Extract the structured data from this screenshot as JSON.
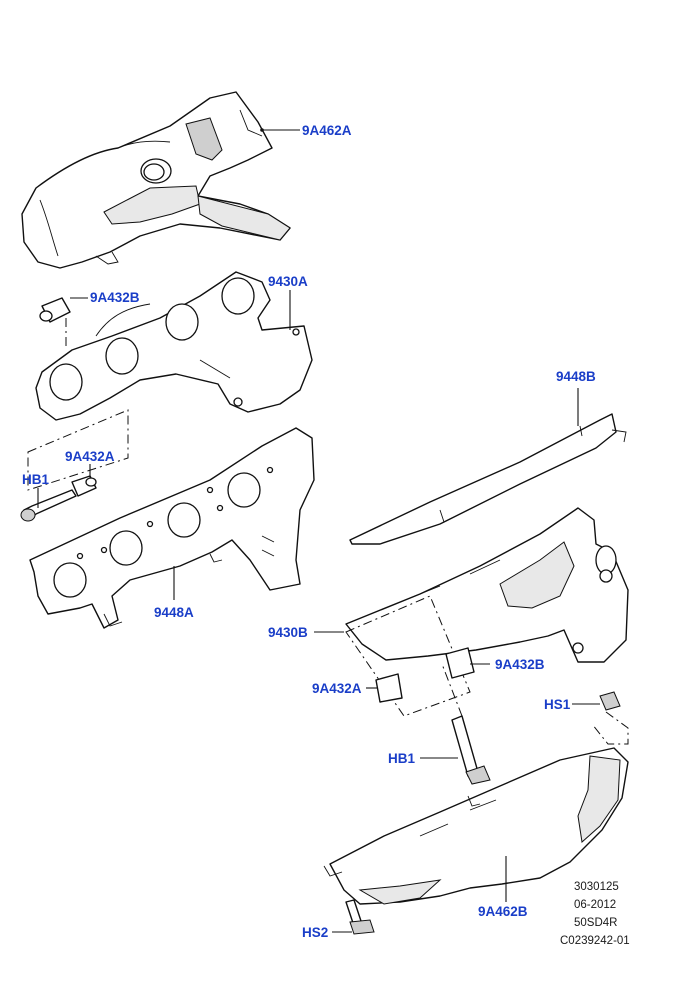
{
  "callouts": {
    "heat_shield_upper": "9A462A",
    "gasket_upper_a": "9A432B",
    "manifold_upper": "9430A",
    "gasket_upper_b": "9A432A",
    "bolt_upper": "HB1",
    "gasket_sheet_left": "9448A",
    "gasket_sheet_right": "9448B",
    "manifold_lower": "9430B",
    "gasket_lower_b": "9A432B",
    "gasket_lower_a": "9A432A",
    "stud_upper": "HS1",
    "bolt_lower": "HB1",
    "heat_shield_lower": "9A462B",
    "stud_lower": "HS2"
  },
  "info": {
    "line1": "3030125",
    "line2": "06-2012",
    "line3": "50SD4R",
    "line4": "C0239242-01"
  },
  "colors": {
    "callout_text": "#1a3ec8",
    "line_art": "#111111",
    "background": "#ffffff"
  }
}
